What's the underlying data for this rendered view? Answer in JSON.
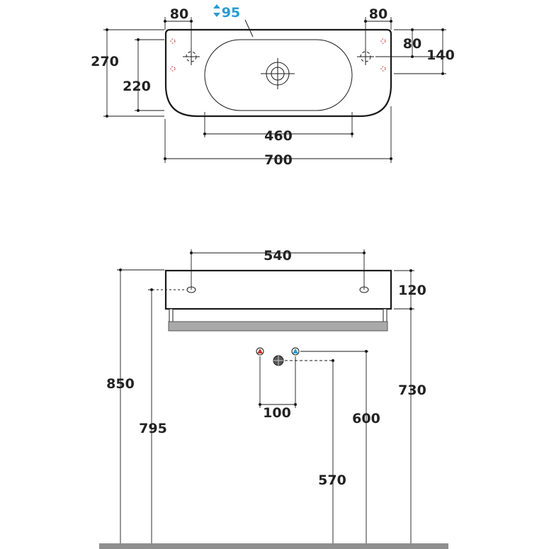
{
  "top_view": {
    "dimensions": {
      "left_offset": "80",
      "right_offset": "80",
      "drain": "95",
      "right_height_small": "80",
      "right_height": "140",
      "total_depth": "270",
      "inner_depth": "220",
      "bowl_width": "460",
      "total_width": "700"
    }
  },
  "front_view": {
    "dimensions": {
      "tap_spacing": "540",
      "height": "120",
      "floor_to_top": "850",
      "floor_to_tap_holes": "795",
      "valve_spacing": "100",
      "floor_to_valves": "600",
      "floor_to_drain": "570",
      "floor_to_bottom": "730"
    }
  },
  "colors": {
    "outline": "#1a1a1a",
    "hot_water": "#c0392b",
    "cold_water": "#2a9bd1",
    "drain_icon": "#2a9bd1",
    "floor": "#8f8f8f",
    "towel_bar": "#a9a9a9"
  }
}
